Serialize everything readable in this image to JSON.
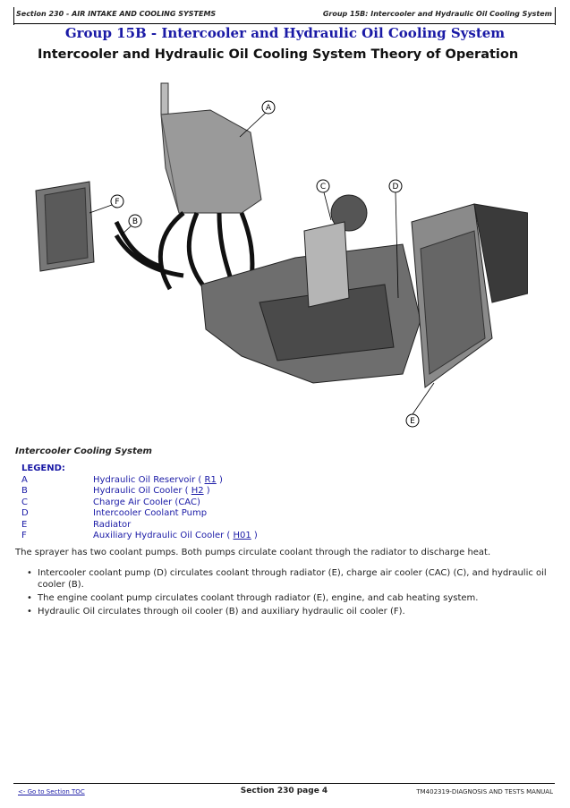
{
  "header": {
    "section": "Section 230 - AIR INTAKE AND COOLING SYSTEMS",
    "group": "Group 15B: Intercooler and Hydraulic Oil Cooling System"
  },
  "title": "Group 15B - Intercooler and Hydraulic Oil Cooling System",
  "subtitle": "Intercooler and Hydraulic Oil Cooling System Theory of Operation",
  "figure": {
    "callouts": [
      "A",
      "B",
      "C",
      "D",
      "E",
      "F"
    ]
  },
  "section_heading": "Intercooler Cooling System",
  "legend": {
    "heading": "LEGEND:",
    "items": [
      {
        "key": "A",
        "text": "Hydraulic Oil Reservoir ( ",
        "link": "R1",
        "after": " )"
      },
      {
        "key": "B",
        "text": "Hydraulic Oil Cooler ( ",
        "link": "H2",
        "after": " )"
      },
      {
        "key": "C",
        "text": "Charge Air Cooler (CAC)",
        "link": "",
        "after": ""
      },
      {
        "key": "D",
        "text": "Intercooler Coolant Pump",
        "link": "",
        "after": ""
      },
      {
        "key": "E",
        "text": "Radiator",
        "link": "",
        "after": ""
      },
      {
        "key": "F",
        "text": "Auxiliary Hydraulic Oil Cooler ( ",
        "link": "H01",
        "after": " )"
      }
    ]
  },
  "paragraph": "The sprayer has two coolant pumps. Both pumps circulate coolant through the radiator to discharge heat.",
  "bullets": [
    "Intercooler coolant pump (D) circulates coolant through radiator (E), charge air cooler (CAC) (C), and hydraulic oil cooler (B).",
    "The engine coolant pump circulates coolant through radiator (E), engine, and cab heating system.",
    "Hydraulic Oil circulates through oil cooler (B) and auxiliary hydraulic oil cooler (F)."
  ],
  "footer": {
    "toc_link": "<- Go to Section TOC",
    "page": "Section 230 page 4",
    "manual": "TM402319-DIAGNOSIS AND TESTS MANUAL"
  }
}
